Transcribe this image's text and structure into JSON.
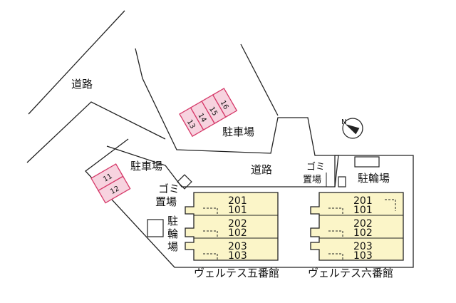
{
  "map": {
    "road_label_top": "道路",
    "road_label_mid": "道路",
    "parking_top": {
      "label": "駐車場",
      "spaces": [
        "13",
        "14",
        "15",
        "16"
      ]
    },
    "parking_left": {
      "label": "駐車場",
      "spaces": [
        "11",
        "12"
      ]
    },
    "garbage_left": {
      "line1": "ゴミ",
      "line2": "置場"
    },
    "garbage_right": {
      "line1": "ゴミ",
      "line2": "置場"
    },
    "bike_left": {
      "l1": "駐",
      "l2": "輪",
      "l3": "場"
    },
    "bike_right": {
      "label": "駐輪場"
    },
    "building_left": {
      "name": "ヴェルテス五番館",
      "units": [
        {
          "upper": "201",
          "lower": "101"
        },
        {
          "upper": "202",
          "lower": "102"
        },
        {
          "upper": "203",
          "lower": "103"
        }
      ]
    },
    "building_right": {
      "name": "ヴェルテス六番館",
      "units": [
        {
          "upper": "201",
          "lower": "101"
        },
        {
          "upper": "202",
          "lower": "102"
        },
        {
          "upper": "203",
          "lower": "103"
        }
      ]
    },
    "compass": "N",
    "colors": {
      "parking_fill": "#f7d3df",
      "parking_stroke": "#d63a6a",
      "building_fill": "#fbf5c8",
      "line": "#222222"
    }
  }
}
